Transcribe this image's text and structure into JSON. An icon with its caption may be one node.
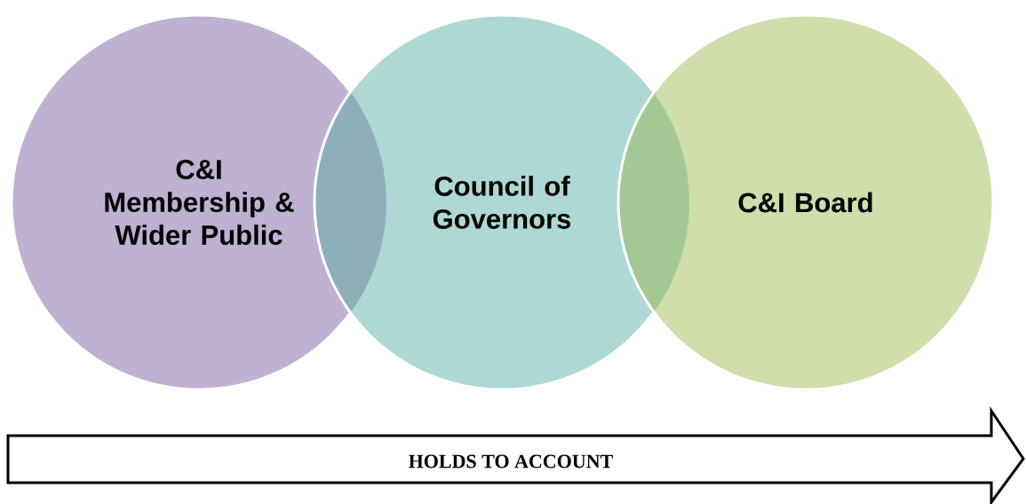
{
  "diagram": {
    "nodes": [
      {
        "text": [
          "C&I Membership & Wider Public"
        ]
      },
      {
        "text": [
          "Council of Governors"
        ]
      },
      {
        "text": [
          "C&I Board"
        ]
      },
      {
        "text": [
          "HOLDS TO ACCOUNT"
        ]
      }
    ]
  }
}
